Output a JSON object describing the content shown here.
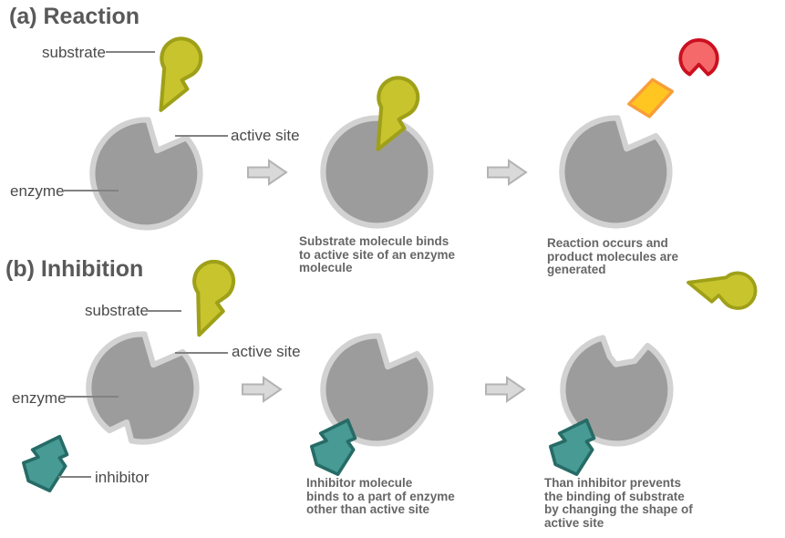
{
  "colors": {
    "background": "#ffffff",
    "title_text": "#595959",
    "label_text": "#4a4a4a",
    "caption_text": "#666666",
    "leader_line": "#828282",
    "enzyme_fill": "#9c9c9c",
    "enzyme_stroke": "#d2d2d2",
    "substrate_fill": "#c8c42e",
    "substrate_stroke": "#9fa019",
    "inhibitor_fill": "#489a94",
    "inhibitor_stroke": "#266b66",
    "product_round_fill": "#f5696b",
    "product_round_stroke": "#cb1020",
    "product_diamond_fill": "#ffc521",
    "product_diamond_stroke": "#f89e38",
    "arrow_fill": "#d9d9d9",
    "arrow_stroke": "#b3b3b3"
  },
  "shape_names": {
    "enzyme": "gray circle with wedge-shaped active-site notch",
    "substrate": "olive-yellow balloon molecule with notched tail",
    "inhibitor": "teal jagged arrow molecule",
    "product_round": "red notched circle product molecule",
    "product_diamond": "orange diamond product molecule",
    "step_arrow": "gray block arrow pointing right"
  },
  "section_a": {
    "title": "(a) Reaction",
    "labels": {
      "substrate": "substrate",
      "active_site": "active site",
      "enzyme": "enzyme"
    },
    "captions": {
      "step2": "Substrate molecule binds\nto active site of an enzyme\nmolecule",
      "step3": "Reaction occurs and\nproduct molecules are\ngenerated"
    }
  },
  "section_b": {
    "title": "(b) Inhibition",
    "labels": {
      "substrate": "substrate",
      "active_site": "active site",
      "enzyme": "enzyme",
      "inhibitor": "inhibitor"
    },
    "captions": {
      "step2": "Inhibitor molecule\nbinds to a part of enzyme\nother than active site",
      "step3": "Than inhibitor prevents\nthe binding of substrate\nby changing the shape of\nactive site"
    }
  }
}
